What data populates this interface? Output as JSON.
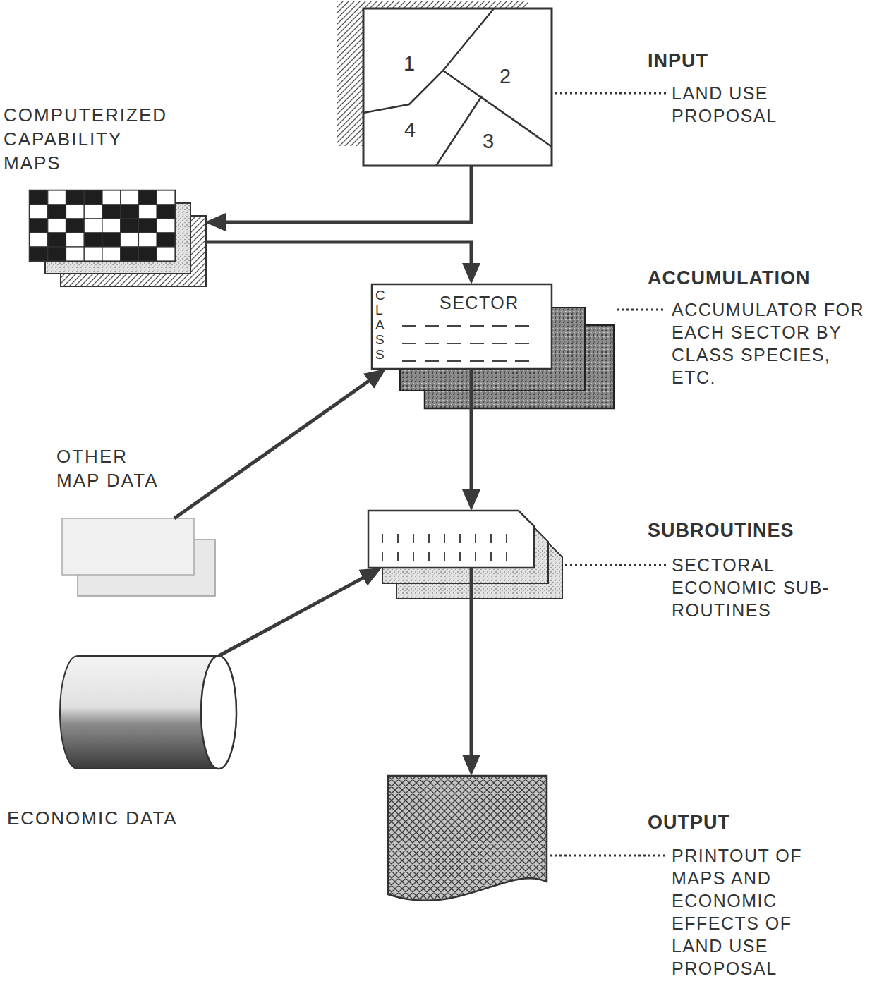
{
  "diagram": {
    "nodes": [
      {
        "text": [
          "1",
          "2",
          "4",
          "3",
          "INPUT",
          "LAND USE PROPOSAL"
        ]
      },
      {
        "text": [
          "COMPUTERIZED CAPABILITY MAPS"
        ]
      },
      {
        "text": [
          "CLASS",
          "SECTOR",
          "ACCUMULATION",
          "ACCUMULATOR FOR EACH SECTOR BY CLASS SPECIES, ETC."
        ]
      },
      {
        "text": [
          "OTHER MAP DATA"
        ]
      },
      {
        "text": [
          "SUBROUTINES",
          "SECTORAL ECONOMIC SUB-ROUTINES"
        ]
      },
      {
        "text": [
          "ECONOMIC DATA"
        ]
      },
      {
        "text": [
          "OUTPUT",
          "PRINTOUT OF MAPS AND ECONOMIC EFFECTS OF LAND USE PROPOSAL"
        ]
      }
    ],
    "edges": [
      {
        "from": 0,
        "to": 1,
        "arrow": "to"
      },
      {
        "from": 1,
        "to": 2,
        "arrow": "to"
      },
      {
        "from": 3,
        "to": 2,
        "arrow": "to"
      },
      {
        "from": 2,
        "to": 4,
        "arrow": "to"
      },
      {
        "from": 5,
        "to": 4,
        "arrow": "to"
      },
      {
        "from": 4,
        "to": 6,
        "arrow": "to"
      }
    ]
  }
}
